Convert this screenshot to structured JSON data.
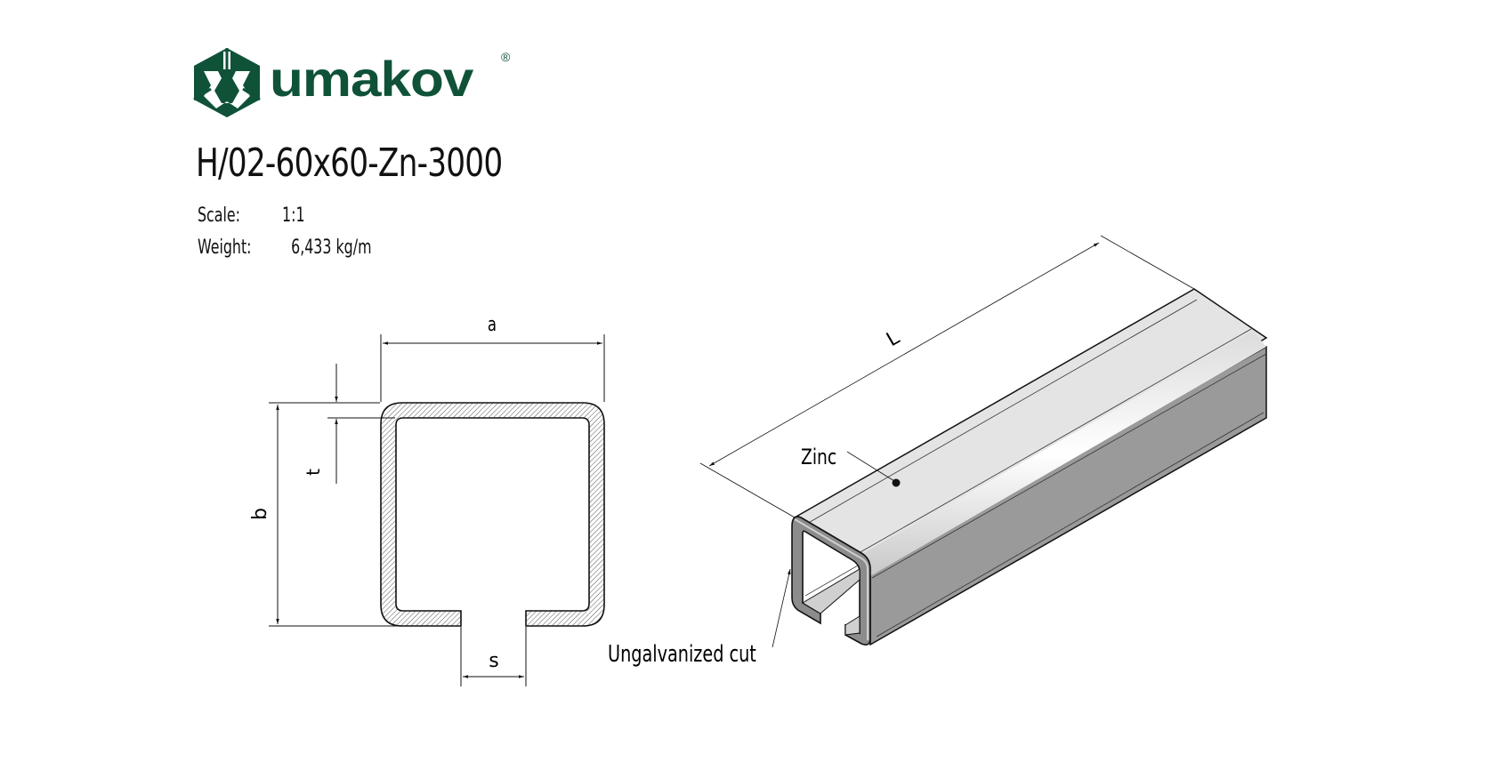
{
  "brand": {
    "name": "umakov",
    "registered_mark": "®",
    "color": "#0f5238"
  },
  "product": {
    "code": "H/02-60x60-Zn-3000",
    "scale_label": "Scale:",
    "scale_value": "1:1",
    "weight_label": "Weight:",
    "weight_value": "6,433 kg/m"
  },
  "cross_section": {
    "dimensions": {
      "a": "a",
      "b": "b",
      "t": "t",
      "s": "s"
    },
    "hatch_color": "#555555"
  },
  "isometric_view": {
    "length_label": "L",
    "annotations": {
      "coating": "Zinc",
      "cut_edge": "Ungalvanized cut"
    },
    "colors": {
      "top_face": "#e4e4e4",
      "side_face": "#9a9a9a",
      "inner_face": "#8c8c8c",
      "highlight": "#fafafa",
      "edge": "#111111"
    }
  }
}
